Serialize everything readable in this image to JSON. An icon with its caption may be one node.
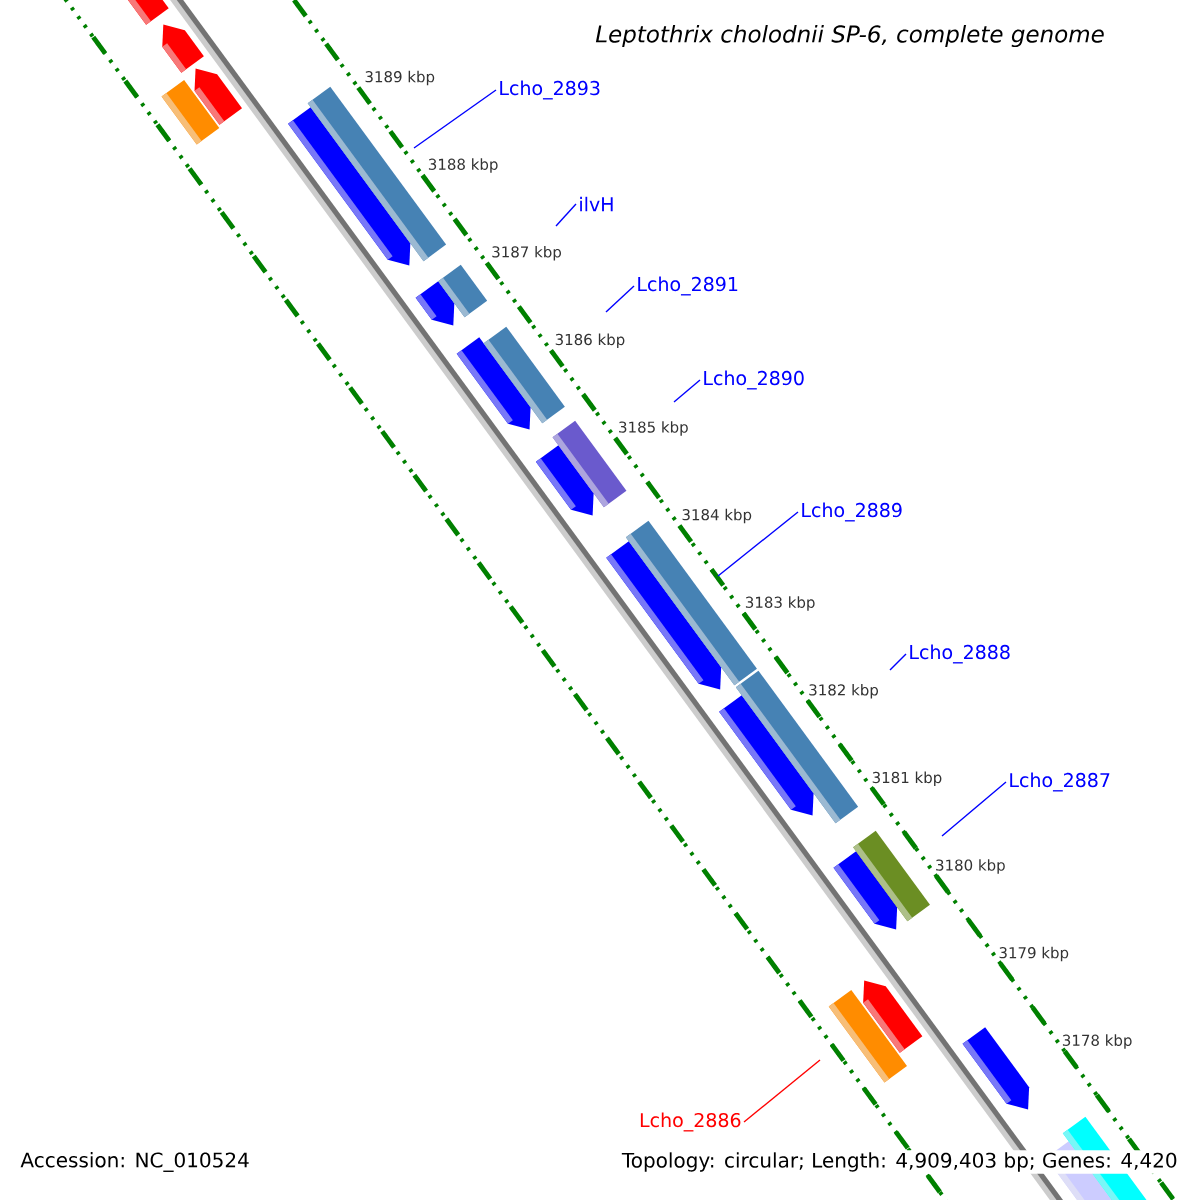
{
  "diagram": {
    "title": "*Leptothrix cholodnii* SP-6, complete genome",
    "nodes": [
      {
        "text": [
          "Lcho_2893"
        ]
      },
      {
        "text": [
          "ilvH"
        ]
      },
      {
        "text": [
          "Lcho_2891"
        ]
      },
      {
        "text": [
          "Lcho_2890"
        ]
      },
      {
        "text": [
          "Lcho_2889"
        ]
      },
      {
        "text": [
          "Lcho_2888"
        ]
      },
      {
        "text": [
          "Lcho_2887"
        ]
      },
      {
        "text": [
          "Lcho_2886"
        ]
      }
    ],
    "edges": [
      {
        "from": 0,
        "to": null,
        "arrow": "none"
      },
      {
        "from": 1,
        "to": null,
        "arrow": "none"
      },
      {
        "from": 2,
        "to": null,
        "arrow": "none"
      },
      {
        "from": 3,
        "to": null,
        "arrow": "none"
      },
      {
        "from": 4,
        "to": null,
        "arrow": "none"
      },
      {
        "from": 5,
        "to": null,
        "arrow": "none"
      },
      {
        "from": 6,
        "to": null,
        "arrow": "none"
      },
      {
        "from": 7,
        "to": null,
        "arrow": "none",
        "color": "#ff0000"
      }
    ],
    "labels": [
      "3189 kbp",
      "3188 kbp",
      "3187 kbp",
      "3186 kbp",
      "3185 kbp",
      "3184 kbp",
      "3183 kbp",
      "3182 kbp",
      "3181 kbp",
      "3180 kbp",
      "3179 kbp",
      "3178 kbp",
      "Accession: NC_010524",
      "Topology: circular; Length: 4,909,403 bp; Genes: 4,420"
    ]
  }
}
